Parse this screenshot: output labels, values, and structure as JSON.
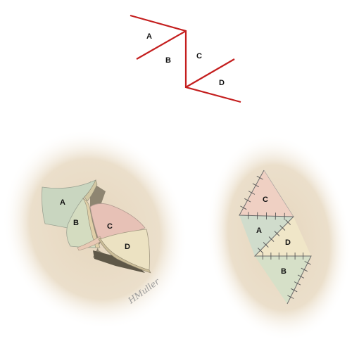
{
  "schematic": {
    "flap_a": "A",
    "flap_b": "B",
    "flap_c": "C",
    "flap_d": "D",
    "line_color": "#c41e1e"
  },
  "flap_transposition": {
    "flap_a": "A",
    "flap_b": "B",
    "flap_c": "C",
    "flap_d": "D",
    "flap_colors": {
      "A": "#c9d6c0",
      "B": "#d4dcc0",
      "C": "#e7c1b6",
      "D": "#ece2c2"
    }
  },
  "closure": {
    "flap_c": "C",
    "flap_a": "A",
    "flap_d": "D",
    "flap_b": "B"
  },
  "signature": "HMuller",
  "skin_color": "#e9dcc6"
}
